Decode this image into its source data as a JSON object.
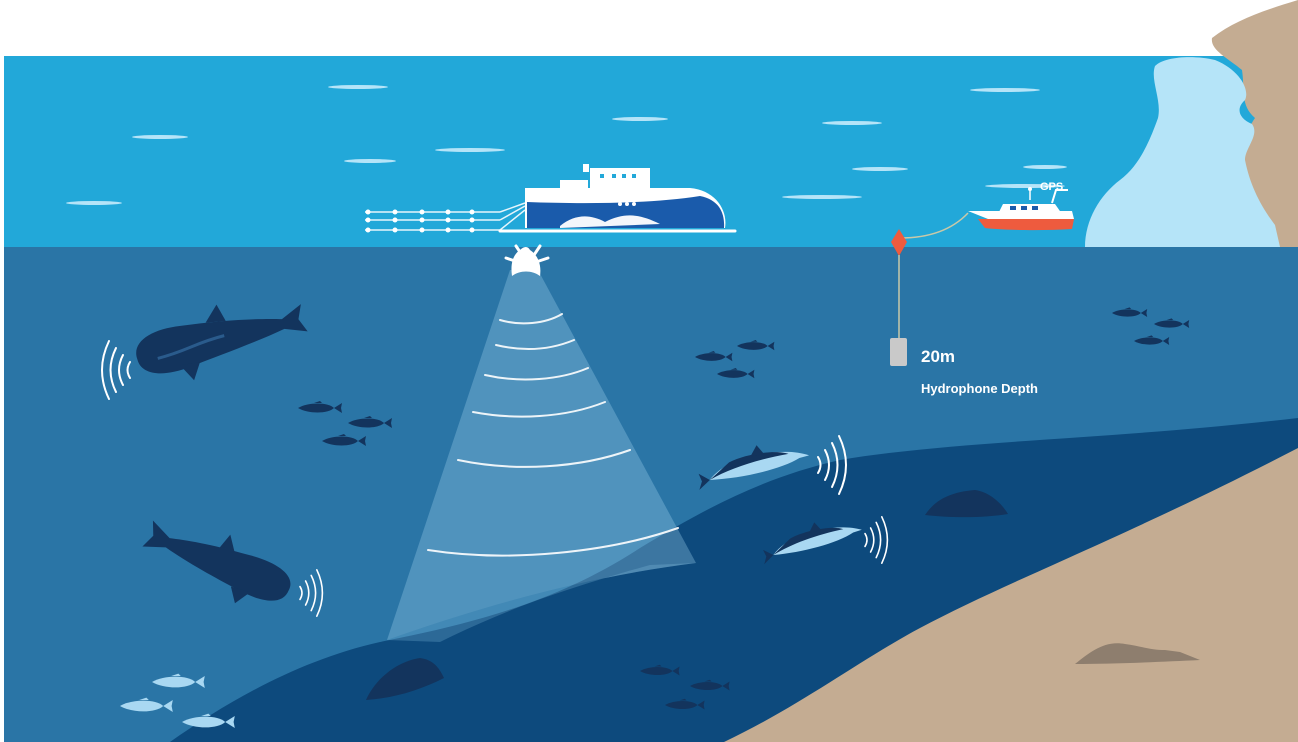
{
  "labels": {
    "gps": "GPS",
    "depth_value": "20m",
    "depth_caption": "Hydrophone Depth"
  },
  "colors": {
    "sky_water": "#22a8d9",
    "ocean_upper": "#2a75a6",
    "ocean_deep": "#0d4a7d",
    "seabed_sand": "#c4ac92",
    "glacier": "#b5e4f8",
    "animal_dark": "#13345d",
    "animal_light": "#a9d8f2",
    "buoy": "#ee5b3e",
    "ship_hull": "#1a5bab",
    "sonar_beam": "#a3d4ef"
  },
  "icons": [
    "research-vessel-icon",
    "towed-hydrophone-array-icon",
    "echosounder-transducer-icon",
    "small-boat-icon",
    "surface-buoy-icon",
    "hydrophone-icon",
    "pilot-whale-icon",
    "dolphin-icon",
    "fish-icon",
    "rock-icon",
    "glacier-icon",
    "sound-wave-icon"
  ]
}
